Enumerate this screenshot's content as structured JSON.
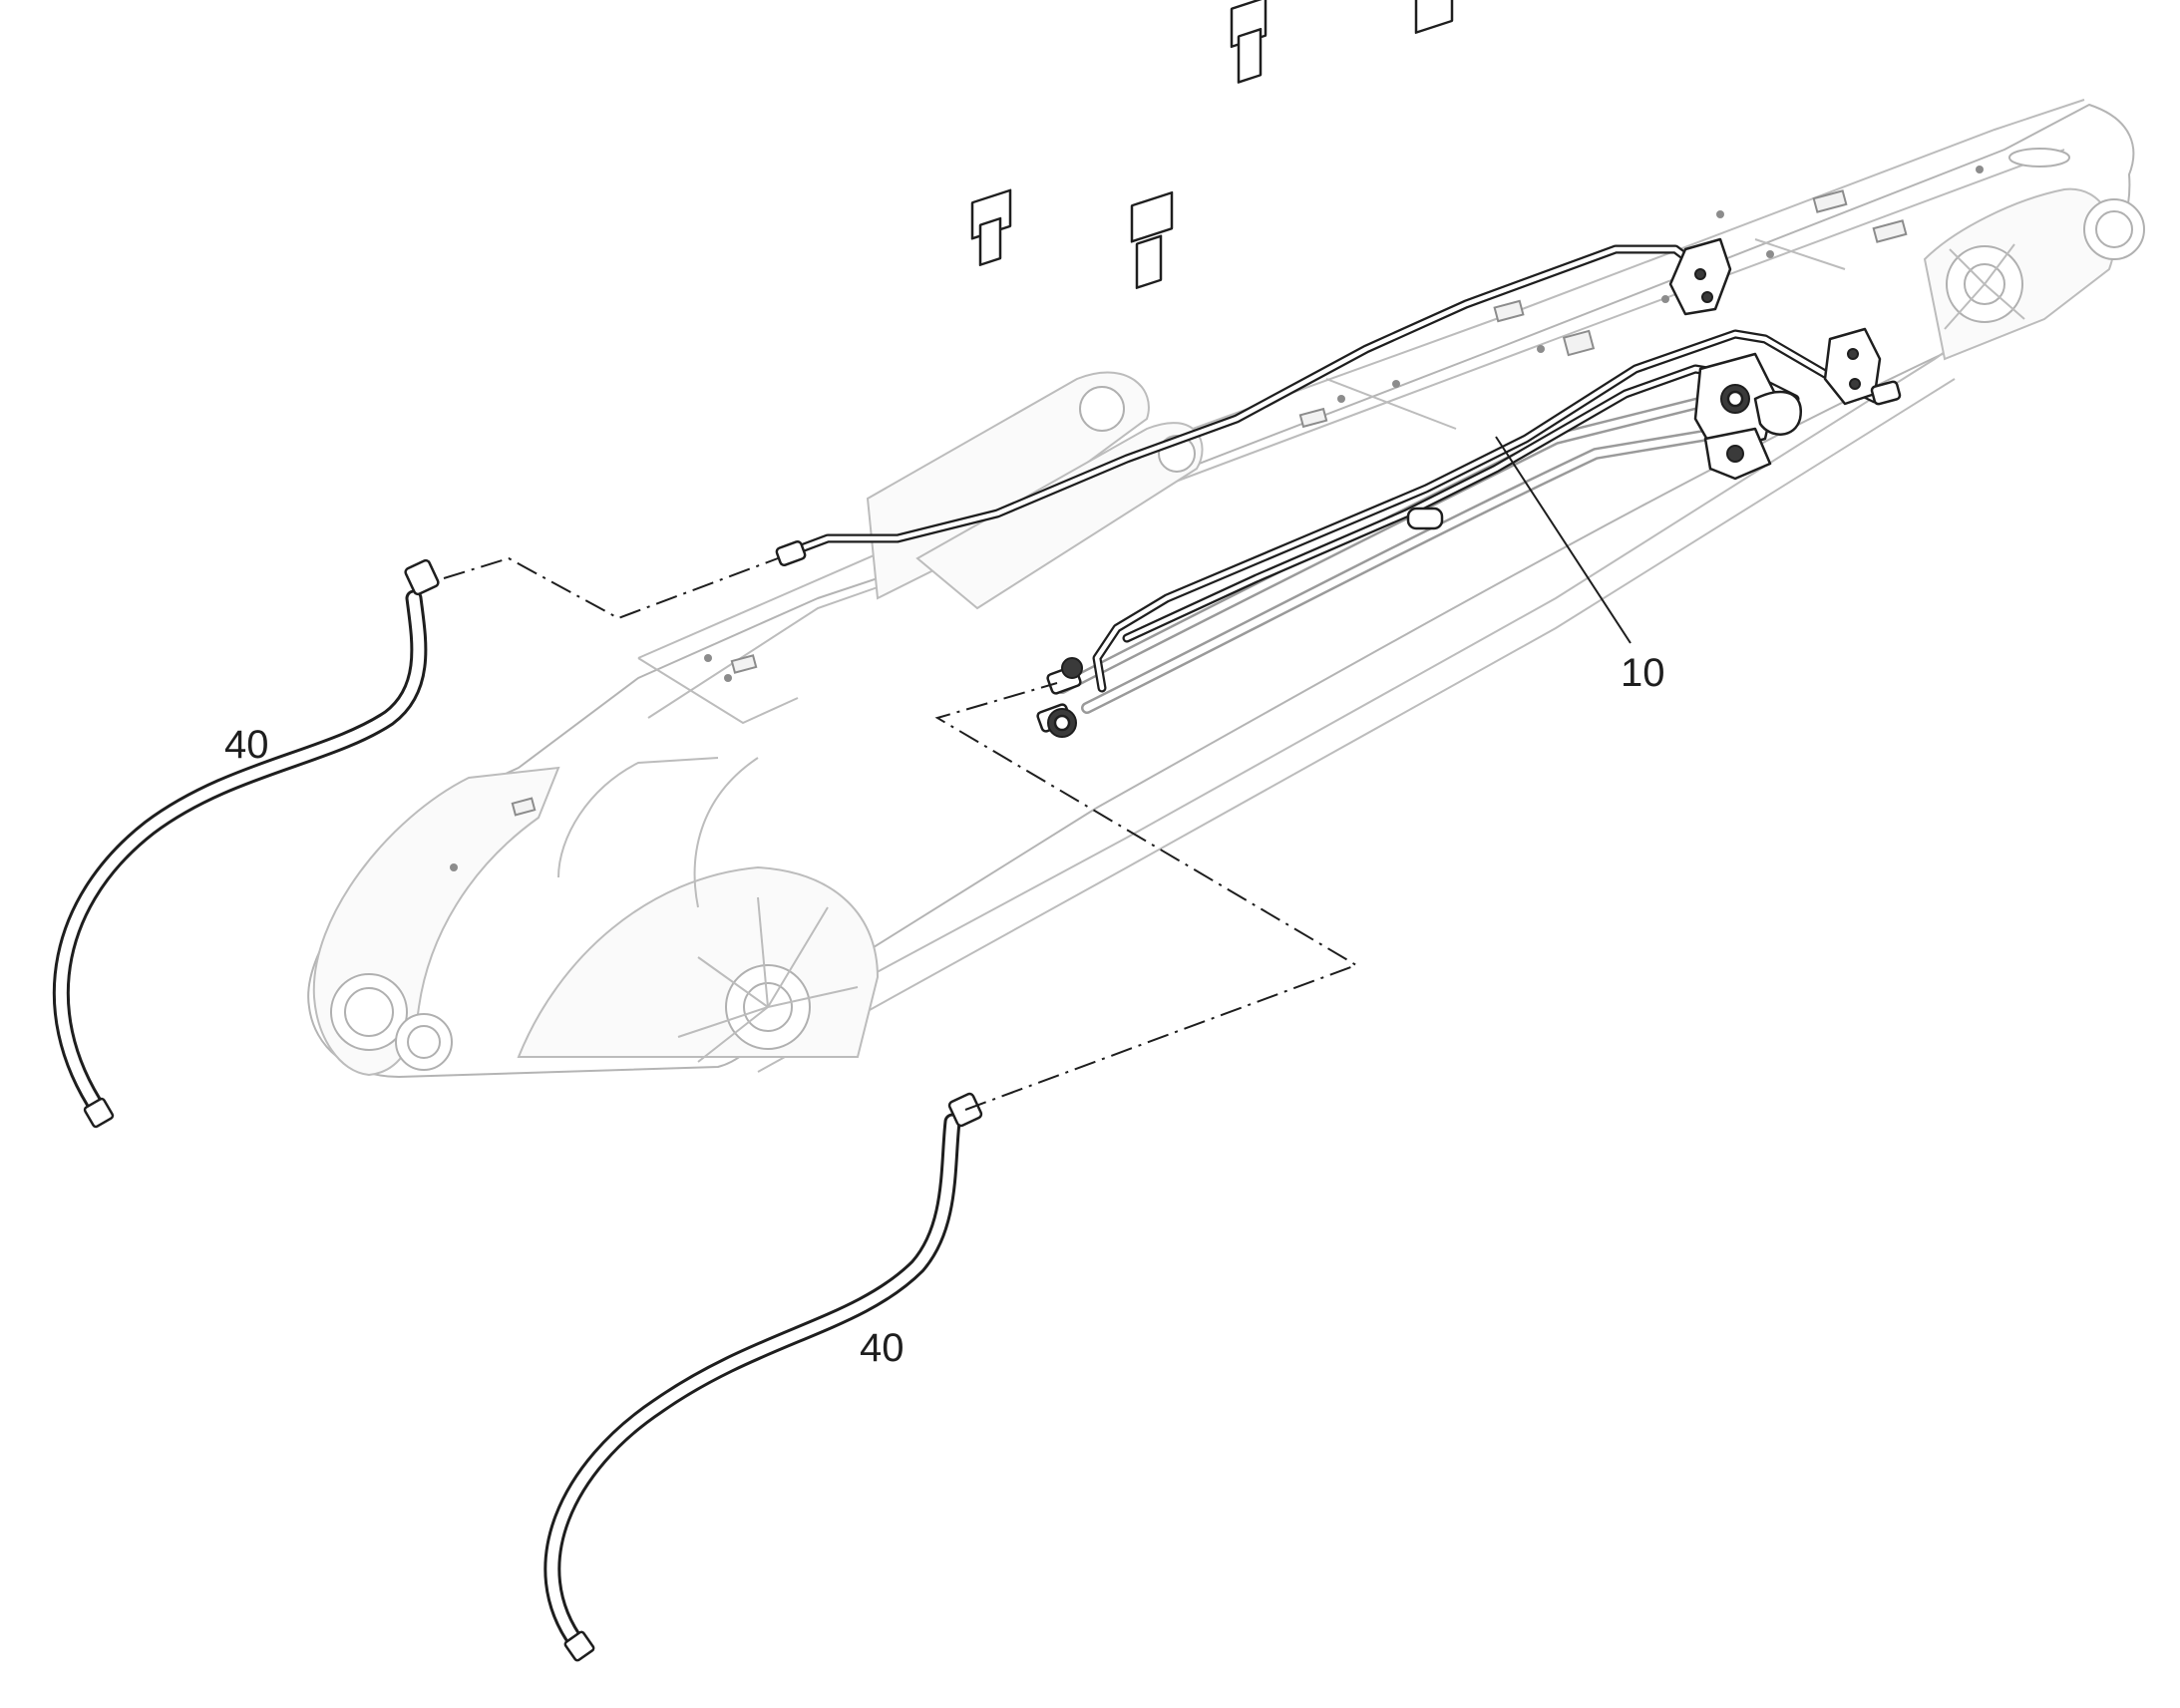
{
  "callouts": {
    "part_10": "10",
    "part_40_upper": "40",
    "part_40_lower": "40"
  },
  "colors": {
    "line_dark": "#1e1e1e",
    "line_light": "#b4b4b4",
    "background": "#ffffff"
  }
}
